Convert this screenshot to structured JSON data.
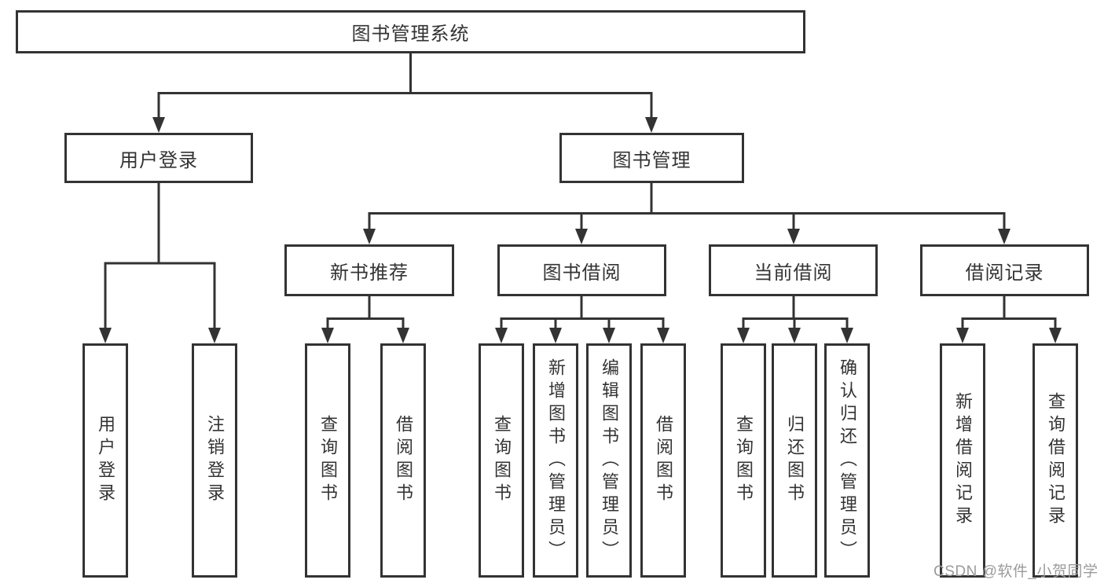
{
  "nodes": {
    "root": "图书管理系统",
    "user_login": "用户登录",
    "book_management": "图书管理",
    "new_book_recommend": "新书推荐",
    "book_borrow": "图书借阅",
    "current_borrow": "当前借阅",
    "borrow_records": "借阅记录",
    "leaf_user_login": "用户登录",
    "leaf_logout": "注销登录",
    "leaf_nbr_query_books": "查询图书",
    "leaf_nbr_borrow_books": "借阅图书",
    "leaf_bb_query_books": "查询图书",
    "leaf_bb_add_books": "新增图书（管理员）",
    "leaf_bb_edit_books": "编辑图书（管理员）",
    "leaf_bb_borrow_books": "借阅图书",
    "leaf_cb_query_books": "查询图书",
    "leaf_cb_return_books": "归还图书",
    "leaf_cb_confirm_return": "确认归还（管理员）",
    "leaf_br_add_record": "新增借阅记录",
    "leaf_br_query_record": "查询借阅记录"
  },
  "watermark": "CSDN @软件_小贺同学",
  "colors": {
    "line": "#333333",
    "text": "#333333",
    "watermark": "#9b9b9b",
    "background": "#ffffff"
  }
}
